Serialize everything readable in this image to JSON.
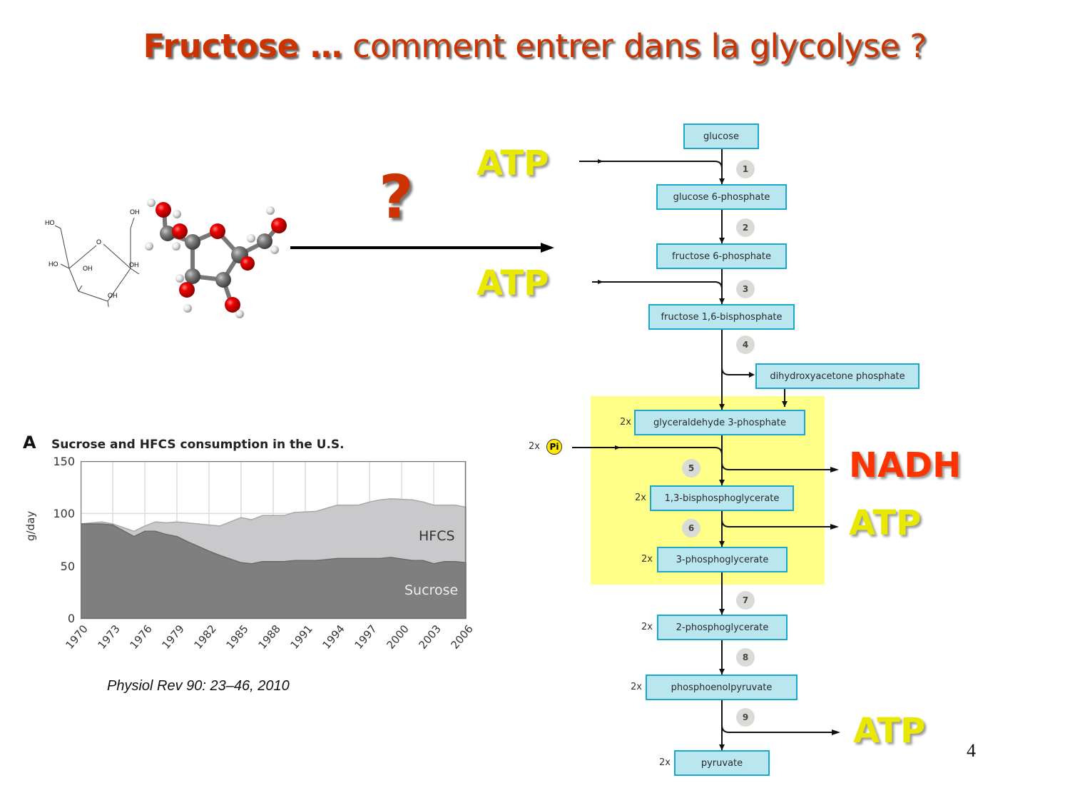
{
  "slide": {
    "title_bold": "Fructose …",
    "title_rest": " comment entrer dans la glycolyse ?",
    "question_mark": "?",
    "page_number": "4",
    "citation": "Physiol Rev 90: 23–46, 2010"
  },
  "molecule": {
    "name": "fructose",
    "skeletal_labels": [
      "HO",
      "OH",
      "O",
      "HO",
      "OH",
      "OH",
      "OH"
    ],
    "colors": {
      "oxygen": "#e00000",
      "carbon": "#6f6f6f",
      "hydrogen": "#e8e8e8"
    }
  },
  "energy_labels": {
    "atp_in_1": "ATP",
    "atp_in_2": "ATP",
    "nadh_out": "NADH",
    "atp_out_1": "ATP",
    "atp_out_2": "ATP",
    "colors": {
      "atp": "#e8e800",
      "nadh": "#ff3300"
    }
  },
  "pathway": {
    "metabolites": [
      {
        "id": "glucose",
        "label": "glucose",
        "mult": ""
      },
      {
        "id": "g6p",
        "label": "glucose 6-phosphate",
        "mult": ""
      },
      {
        "id": "f6p",
        "label": "fructose 6-phosphate",
        "mult": ""
      },
      {
        "id": "f16bp",
        "label": "fructose 1,6-bisphosphate",
        "mult": ""
      },
      {
        "id": "dhap",
        "label": "dihydroxyacetone phosphate",
        "mult": ""
      },
      {
        "id": "g3p",
        "label": "glyceraldehyde 3-phosphate",
        "mult": "2x"
      },
      {
        "id": "bpg13",
        "label": "1,3-bisphosphoglycerate",
        "mult": "2x"
      },
      {
        "id": "pg3",
        "label": "3-phosphoglycerate",
        "mult": "2x"
      },
      {
        "id": "pg2",
        "label": "2-phosphoglycerate",
        "mult": "2x"
      },
      {
        "id": "pep",
        "label": "phosphoenolpyruvate",
        "mult": "2x"
      },
      {
        "id": "pyruvate",
        "label": "pyruvate",
        "mult": "2x"
      }
    ],
    "steps": [
      "1",
      "2",
      "3",
      "4",
      "5",
      "6",
      "7",
      "8",
      "9"
    ],
    "pi_mult": "2x",
    "pi_label": "Pi",
    "colors": {
      "box_fill": "#b9e6ef",
      "box_border": "#18a8c9",
      "highlight": "#ffff88",
      "step_circle": "#d9dcd6"
    }
  },
  "chart_data": {
    "type": "area",
    "panel_letter": "A",
    "title": "Sucrose and HFCS consumption in the U.S.",
    "xlabel": "",
    "ylabel": "g/day",
    "ylim": [
      0,
      150
    ],
    "yticks": [
      "0",
      "50",
      "100",
      "150"
    ],
    "xticks": [
      "1970",
      "1973",
      "1976",
      "1979",
      "1982",
      "1985",
      "1988",
      "1991",
      "1994",
      "1997",
      "2000",
      "2003",
      "2006"
    ],
    "grid": true,
    "stacked": true,
    "x": [
      1970,
      1972,
      1973,
      1975,
      1976,
      1977,
      1978,
      1979,
      1980,
      1982,
      1983,
      1985,
      1986,
      1987,
      1989,
      1990,
      1992,
      1993,
      1994,
      1996,
      1997,
      1998,
      1999,
      2001,
      2002,
      2003,
      2004,
      2005,
      2006
    ],
    "series": [
      {
        "name": "Sucrose",
        "color": "#7f7f80",
        "values": [
          90,
          90,
          89,
          78,
          83,
          83,
          80,
          78,
          73,
          64,
          60,
          53,
          52,
          54,
          54,
          55,
          55,
          56,
          57,
          57,
          57,
          57,
          58,
          55,
          55,
          52,
          54,
          54,
          53
        ]
      },
      {
        "name": "HFCS",
        "color": "#c9c9cb",
        "values": [
          0,
          2,
          1,
          5,
          5,
          9,
          11,
          14,
          18,
          25,
          28,
          43,
          42,
          44,
          44,
          46,
          47,
          49,
          51,
          51,
          54,
          56,
          56,
          58,
          56,
          56,
          54,
          54,
          53
        ]
      }
    ],
    "totals": [
      90,
      92,
      90,
      83,
      88,
      92,
      91,
      92,
      91,
      89,
      88,
      96,
      94,
      98,
      98,
      101,
      102,
      105,
      108,
      108,
      111,
      113,
      114,
      113,
      111,
      108,
      108,
      108,
      106
    ],
    "legend": {
      "position": "inline-right",
      "entries": [
        "HFCS",
        "Sucrose"
      ]
    }
  }
}
